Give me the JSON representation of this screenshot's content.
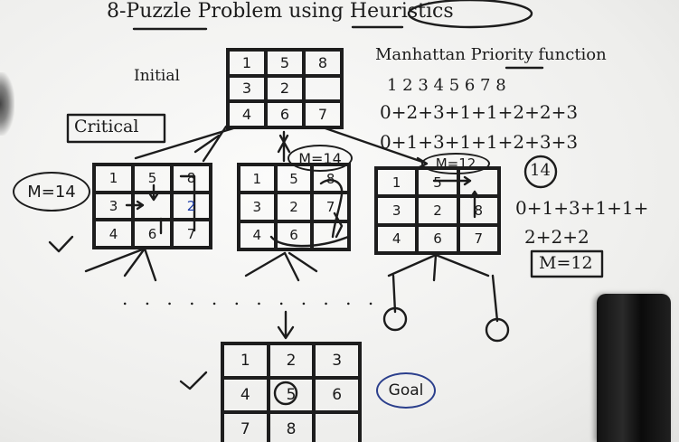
{
  "title": "8-Puzzle Problem using Heuristics",
  "labels": {
    "initial": "Initial",
    "critical": "Critical",
    "goal": "Goal",
    "manhattan": "Manhattan Priority function",
    "fourteen": "14"
  },
  "initial_state": [
    "1",
    "5",
    "8",
    "3",
    "2",
    "",
    "4",
    "6",
    "7"
  ],
  "goal_state": [
    "1",
    "2",
    "3",
    "4",
    "5",
    "6",
    "7",
    "8",
    ""
  ],
  "child_left": [
    "1",
    "5",
    "8",
    "3",
    "",
    "2",
    "4",
    "6",
    "7"
  ],
  "child_mid": [
    "1",
    "5",
    "8",
    "3",
    "2",
    "7",
    "4",
    "6",
    ""
  ],
  "child_right": [
    "1",
    "5",
    "",
    "3",
    "2",
    "8",
    "4",
    "6",
    "7"
  ],
  "badges": {
    "left": "M=14",
    "mid": "M=14",
    "right": "M=12",
    "final": "M=12"
  },
  "manhattan": {
    "tiles": "1   2   3   4   5   6   7   8",
    "row1": "0+2+3+1+1+2+2+3",
    "row2": "0+1+3+1+1+2+3+3",
    "calc1": "0+1+3+1+1+",
    "calc2": "2+2+2"
  },
  "dots": ". . . . . . . . . . . ."
}
